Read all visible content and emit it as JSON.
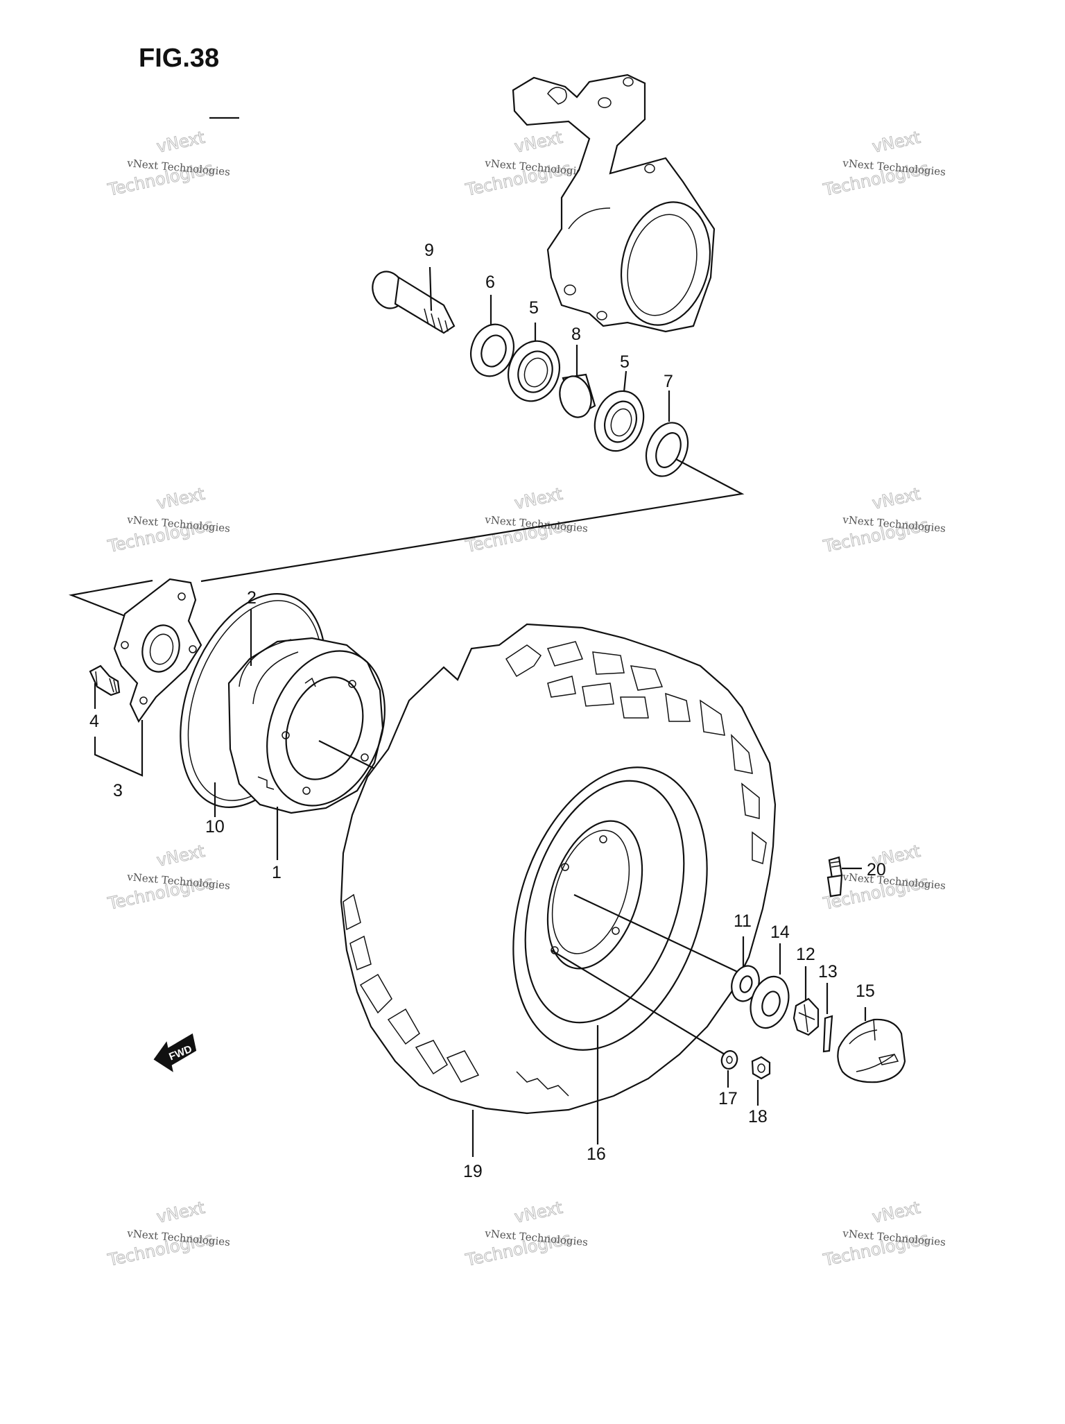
{
  "figure": {
    "title": "FIG.38"
  },
  "parts": [
    {
      "label": "1"
    },
    {
      "label": "2"
    },
    {
      "label": "3"
    },
    {
      "label": "4"
    },
    {
      "label": "5"
    },
    {
      "label": "5"
    },
    {
      "label": "6"
    },
    {
      "label": "7"
    },
    {
      "label": "8"
    },
    {
      "label": "9"
    },
    {
      "label": "10"
    },
    {
      "label": "11"
    },
    {
      "label": "12"
    },
    {
      "label": "13"
    },
    {
      "label": "14"
    },
    {
      "label": "15"
    },
    {
      "label": "16"
    },
    {
      "label": "17"
    },
    {
      "label": "18"
    },
    {
      "label": "19"
    },
    {
      "label": "20"
    }
  ],
  "direction": {
    "label": "FWD"
  },
  "watermark": {
    "line1": "vNext Technologies",
    "line2": "Technologies",
    "line3": "vNext"
  },
  "colors": {
    "ink": "#111111",
    "background": "#ffffff",
    "watermark": "#bbbbbb"
  }
}
